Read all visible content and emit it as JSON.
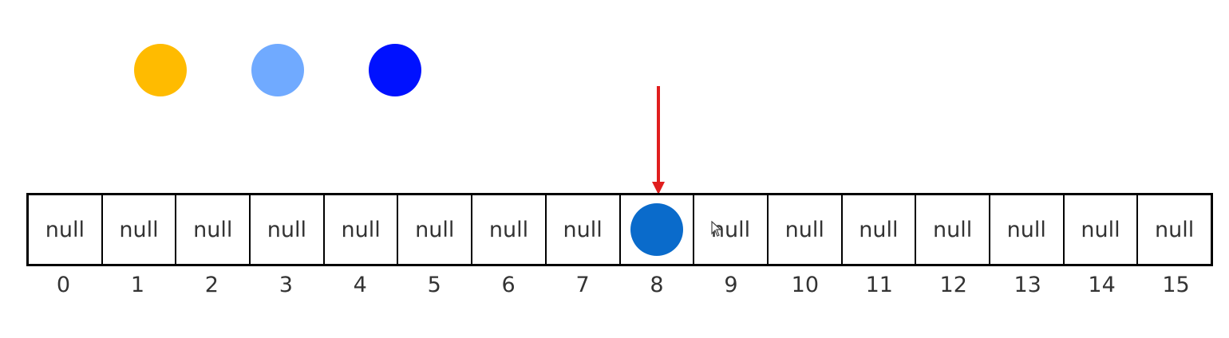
{
  "pending_balls": [
    {
      "color": "#ffbb00"
    },
    {
      "color": "#70aaff"
    },
    {
      "color": "#0011ff"
    }
  ],
  "pointer": {
    "color": "#e01e1e",
    "target_index": 8
  },
  "array": {
    "border_color": "#000000",
    "cells": [
      {
        "index": "0",
        "content": "null"
      },
      {
        "index": "1",
        "content": "null"
      },
      {
        "index": "2",
        "content": "null"
      },
      {
        "index": "3",
        "content": "null"
      },
      {
        "index": "4",
        "content": "null"
      },
      {
        "index": "5",
        "content": "null"
      },
      {
        "index": "6",
        "content": "null"
      },
      {
        "index": "7",
        "content": "null"
      },
      {
        "index": "8",
        "content": "",
        "ball_color": "#0a6bcb"
      },
      {
        "index": "9",
        "content": "null"
      },
      {
        "index": "10",
        "content": "null"
      },
      {
        "index": "11",
        "content": "null"
      },
      {
        "index": "12",
        "content": "null"
      },
      {
        "index": "13",
        "content": "null"
      },
      {
        "index": "14",
        "content": "null"
      },
      {
        "index": "15",
        "content": "null"
      }
    ]
  }
}
